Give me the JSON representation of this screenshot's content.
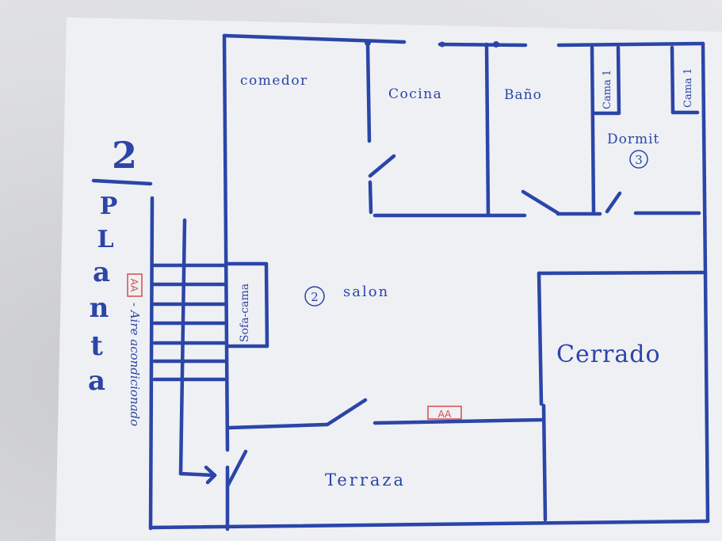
{
  "sheet": {
    "floor_number": "2",
    "floor_word_letters": [
      "P",
      "L",
      "a",
      "n",
      "t",
      "a"
    ]
  },
  "rooms": {
    "comedor": "comedor",
    "cocina": "Cocina",
    "bano": "Baño",
    "cama_left": "Cama 1",
    "cama_right": "Cama 1",
    "dormitorio": "Dormit",
    "dormitorio_num": "3",
    "salon": "salon",
    "salon_num": "2",
    "sofa": "Sofa-cama",
    "cerrado": "Cerrado",
    "terraza": "Terraza"
  },
  "legend": {
    "aa_badge": "AA",
    "aa_text": "- Aire acondicionado",
    "aa_wall_badge": "AA"
  },
  "colors": {
    "ink": "#2b45a8",
    "red_ink": "#d84a4a",
    "paper": "#f1f2f6"
  }
}
